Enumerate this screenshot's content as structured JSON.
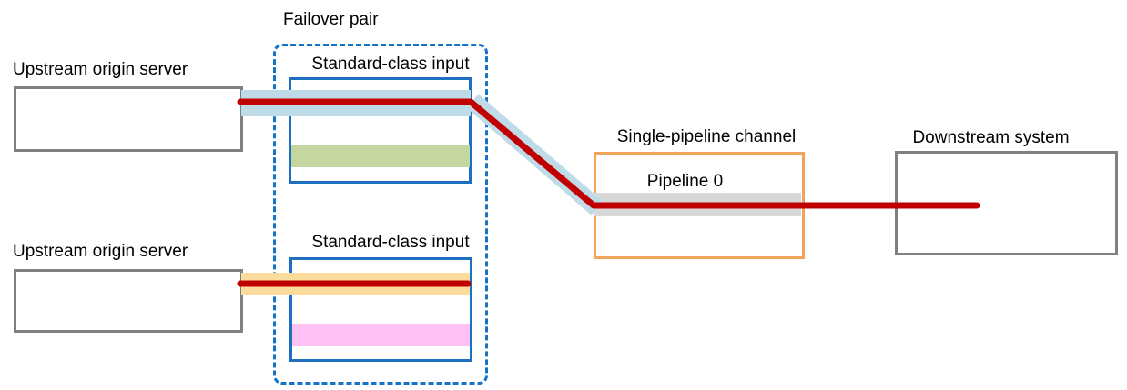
{
  "labels": {
    "failover_pair": "Failover pair",
    "upstream_top": "Upstream origin server",
    "upstream_bottom": "Upstream origin server",
    "standard_input_top": "Standard-class input",
    "standard_input_bottom": "Standard-class input",
    "channel": "Single-pipeline channel",
    "pipeline": "Pipeline 0",
    "downstream": "Downstream system"
  },
  "colors": {
    "active_path": "#c00000",
    "primary_band": "#bfdbe8",
    "standby_band": "#fbdc9c",
    "input_a_band": "#c4d79e",
    "input_b_band": "#ffc0f4",
    "pipeline_band": "#d8d8d8",
    "server_border": "#7f7f7f",
    "input_border": "#1f6fc0",
    "failover_border": "#1472c8",
    "channel_border": "#f2a35b"
  }
}
